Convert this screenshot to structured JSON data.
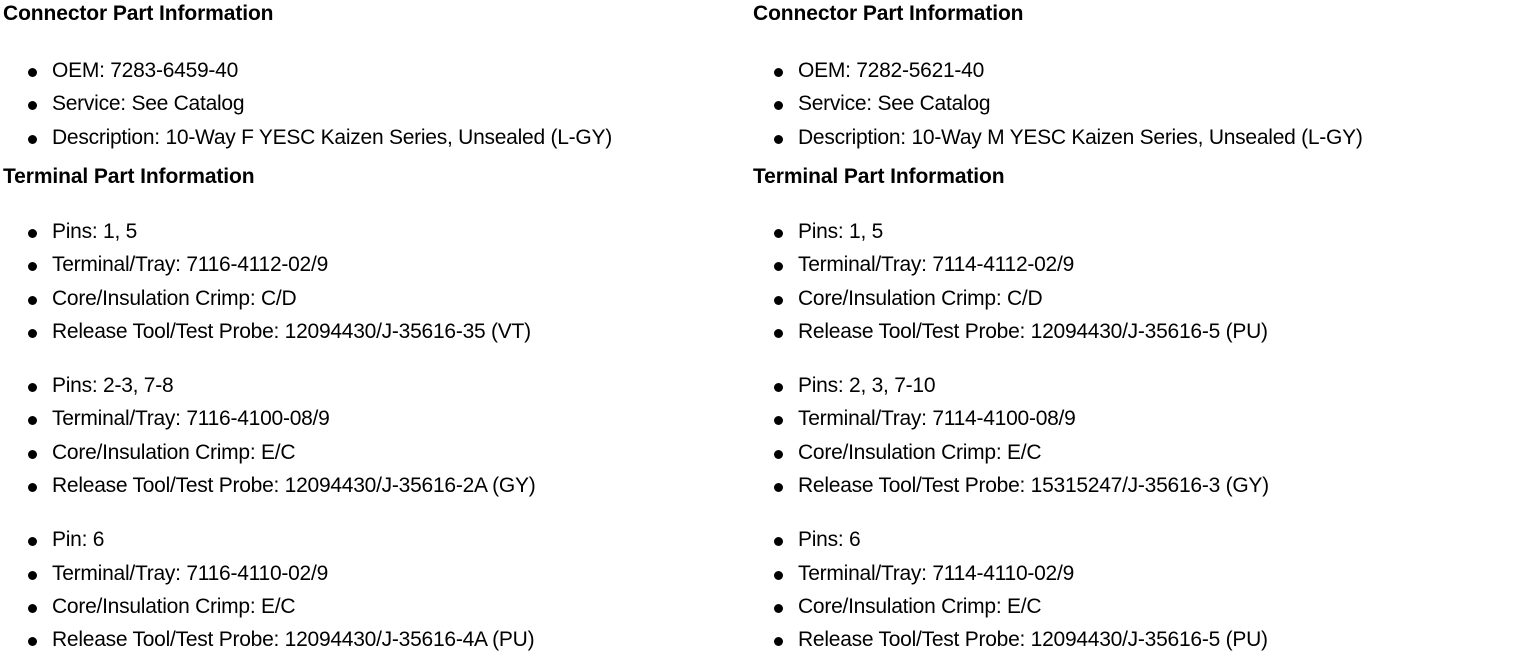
{
  "columns": [
    {
      "connector": {
        "heading": "Connector Part Information",
        "items": [
          "OEM: 7283-6459-40",
          "Service: See Catalog",
          "Description: 10-Way F YESC Kaizen Series, Unsealed (L-GY)"
        ]
      },
      "terminal": {
        "heading": "Terminal Part Information",
        "groups": [
          {
            "items": [
              "Pins: 1, 5",
              "Terminal/Tray: 7116-4112-02/9",
              "Core/Insulation Crimp: C/D",
              "Release Tool/Test Probe: 12094430/J-35616-35 (VT)"
            ]
          },
          {
            "items": [
              "Pins: 2-3, 7-8",
              "Terminal/Tray: 7116-4100-08/9",
              "Core/Insulation Crimp: E/C",
              "Release Tool/Test Probe: 12094430/J-35616-2A (GY)"
            ]
          },
          {
            "items": [
              "Pin: 6",
              "Terminal/Tray: 7116-4110-02/9",
              "Core/Insulation Crimp: E/C",
              "Release Tool/Test Probe: 12094430/J-35616-4A (PU)"
            ]
          }
        ]
      }
    },
    {
      "connector": {
        "heading": "Connector Part Information",
        "items": [
          "OEM: 7282-5621-40",
          "Service: See Catalog",
          "Description: 10-Way M YESC Kaizen Series, Unsealed (L-GY)"
        ]
      },
      "terminal": {
        "heading": "Terminal Part Information",
        "groups": [
          {
            "items": [
              "Pins: 1, 5",
              "Terminal/Tray: 7114-4112-02/9",
              "Core/Insulation Crimp: C/D",
              "Release Tool/Test Probe: 12094430/J-35616-5 (PU)"
            ]
          },
          {
            "items": [
              "Pins: 2, 3, 7-10",
              "Terminal/Tray: 7114-4100-08/9",
              "Core/Insulation Crimp: E/C",
              "Release Tool/Test Probe: 15315247/J-35616-3 (GY)"
            ]
          },
          {
            "items": [
              "Pins: 6",
              "Terminal/Tray: 7114-4110-02/9",
              "Core/Insulation Crimp: E/C",
              "Release Tool/Test Probe: 12094430/J-35616-5 (PU)"
            ]
          }
        ]
      }
    }
  ],
  "colors": {
    "background": "#ffffff",
    "text": "#000000",
    "bullet": "#000000"
  }
}
